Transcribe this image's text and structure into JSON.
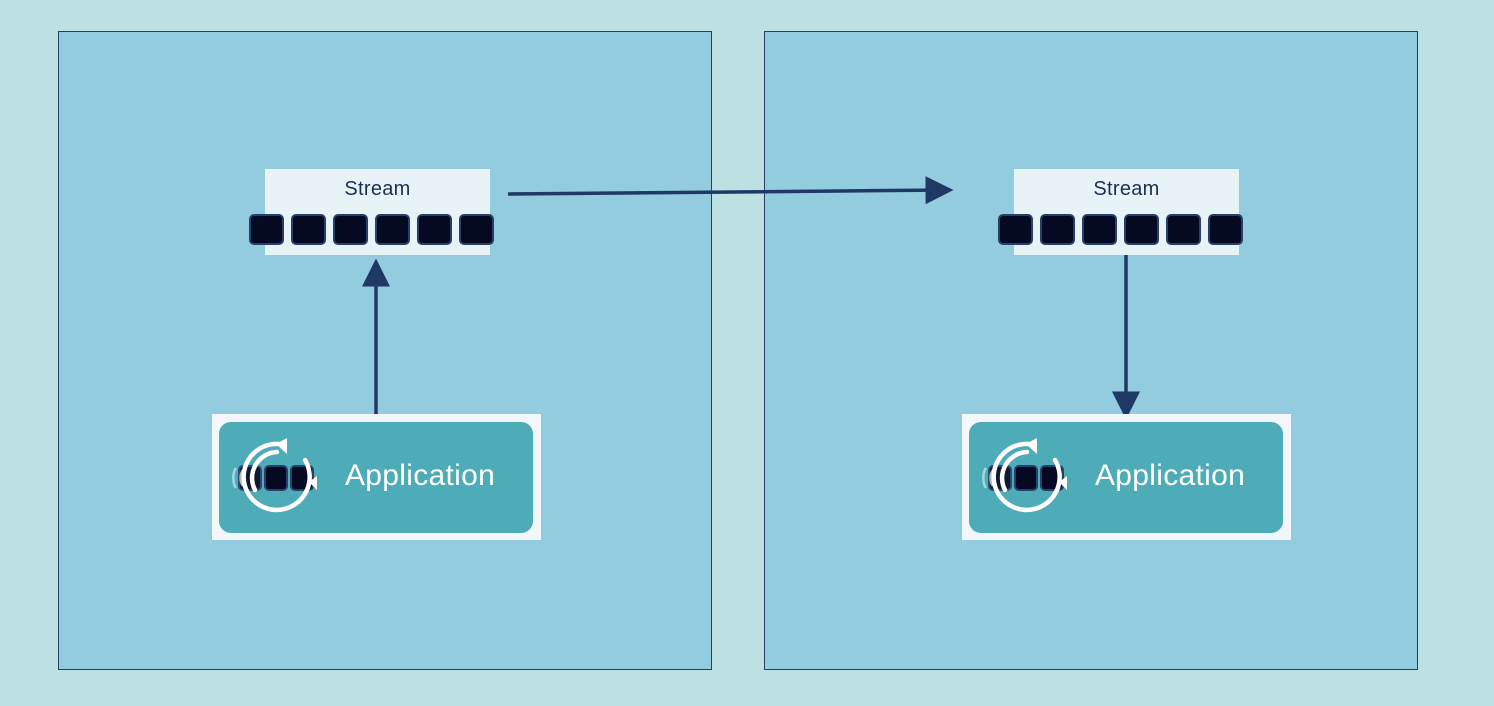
{
  "colors": {
    "background": "#bde0e2",
    "region_fill": "#93cbdf",
    "region_border": "#23406b",
    "stream_fill": "#e8f3f8",
    "cell_fill": "#050a22",
    "application_fill": "#4eabb8",
    "arrow": "#1f3864"
  },
  "left": {
    "stream": {
      "label": "Stream",
      "cells": 6
    },
    "application": {
      "label": "Application",
      "icon": "refresh-cycle-icon"
    }
  },
  "right": {
    "stream": {
      "label": "Stream",
      "cells": 6
    },
    "application": {
      "label": "Application",
      "icon": "refresh-cycle-icon"
    }
  },
  "connections": [
    {
      "from": "left.application",
      "to": "left.stream"
    },
    {
      "from": "left.stream",
      "to": "right.stream"
    },
    {
      "from": "right.stream",
      "to": "right.application"
    }
  ]
}
